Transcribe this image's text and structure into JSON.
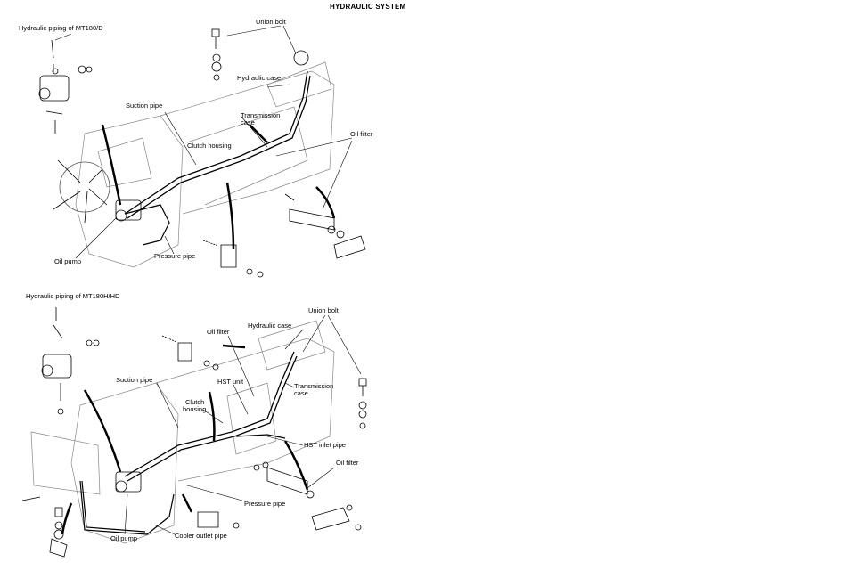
{
  "page": {
    "title": "HYDRAULIC SYSTEM"
  },
  "diagram_top": {
    "heading": "Hydraulic piping of MT180/D",
    "labels": {
      "union_bolt": "Union bolt",
      "hydraulic_case": "Hydraulic case",
      "suction_pipe": "Suction pipe",
      "transmission_case_line1": "Transmission",
      "transmission_case_line2": "case",
      "oil_filter": "Oil filter",
      "clutch_housing": "Clutch housing",
      "oil_pump": "Oil pump",
      "pressure_pipe": "Pressure pipe"
    }
  },
  "diagram_bottom": {
    "heading": "Hydraulic piping of MT180H/HD",
    "labels": {
      "union_bolt": "Union bolt",
      "hydraulic_case": "Hydraulic case",
      "oil_filter_top": "Oil filter",
      "suction_pipe": "Suction pipe",
      "hst_unit": "HST unit",
      "clutch_housing_line1": "Clutch",
      "clutch_housing_line2": "housing",
      "transmission_case_line1": "Transmission",
      "transmission_case_line2": "case",
      "hst_inlet_pipe": "HST inlet pipe",
      "oil_filter_bottom": "Oil filter",
      "pressure_pipe": "Pressure pipe",
      "oil_pump": "Oil pump",
      "cooler_outlet_pipe": "Cooler outlet pipe"
    }
  }
}
